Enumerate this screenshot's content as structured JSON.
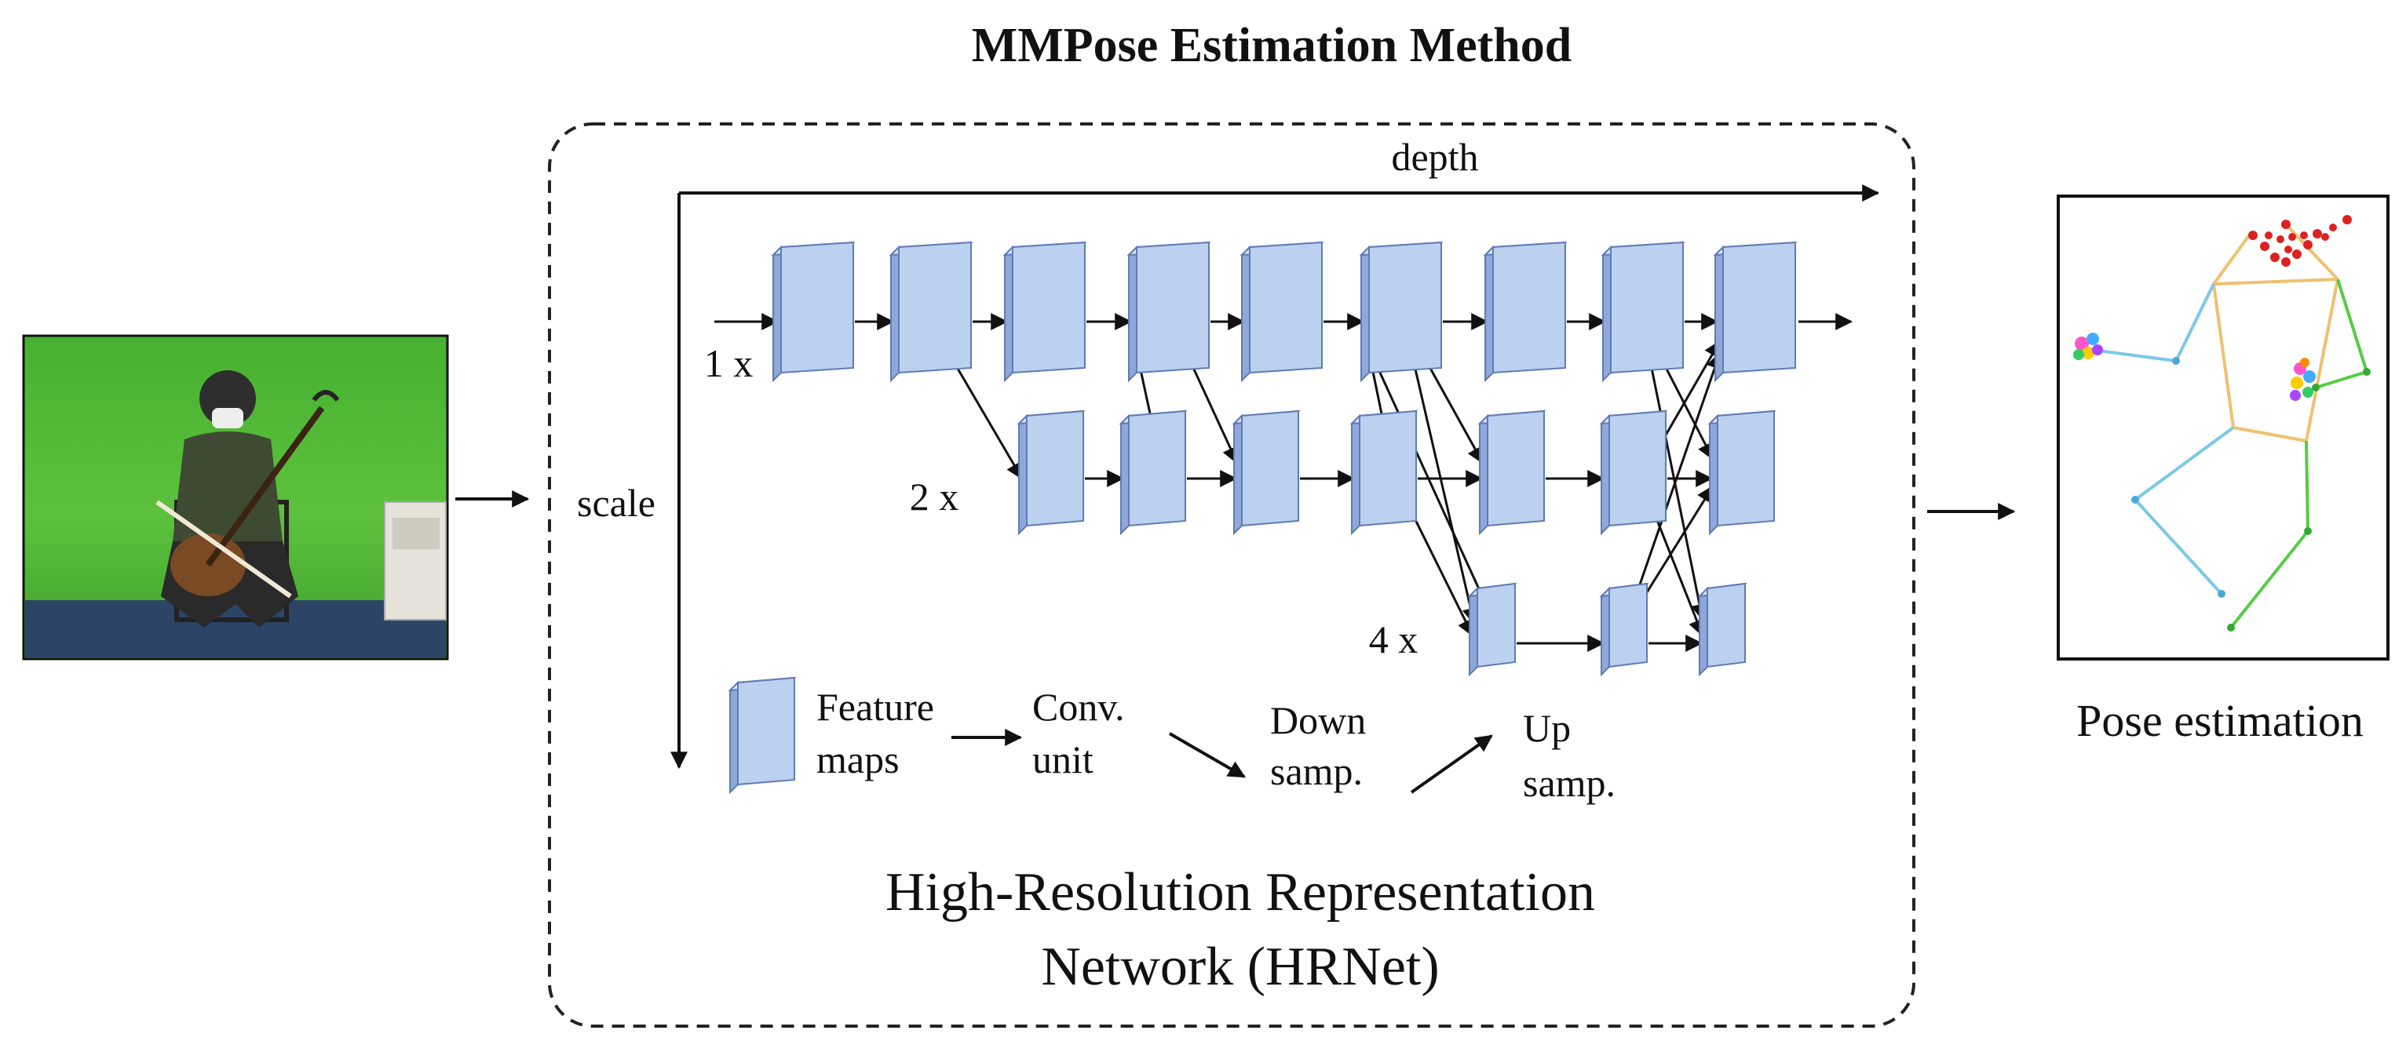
{
  "title": "MMPose Estimation Method",
  "network": {
    "axis_depth_label": "depth",
    "axis_scale_label": "scale",
    "rows": [
      {
        "label": "1 x",
        "count": 9
      },
      {
        "label": "2 x",
        "count": 7
      },
      {
        "label": "4 x",
        "count": 3
      }
    ],
    "caption_line1": "High-Resolution Representation",
    "caption_line2": "Network (HRNet)"
  },
  "legend": {
    "feature_maps": [
      "Feature",
      "maps"
    ],
    "conv_unit": [
      "Conv.",
      "unit"
    ],
    "down_samp": [
      "Down",
      "samp."
    ],
    "up_samp": [
      "Up",
      "samp."
    ]
  },
  "output": {
    "caption": "Pose estimation"
  },
  "colors": {
    "block_front": "#bcd0f0",
    "block_side": "#8ea8d8",
    "block_stroke": "#5f7bb4",
    "green_screen": "#4fb835",
    "skeleton_orange": "#f0c070",
    "skeleton_blue": "#7cc8e8",
    "skeleton_green": "#55cc44",
    "skeleton_red": "#dd2222"
  }
}
